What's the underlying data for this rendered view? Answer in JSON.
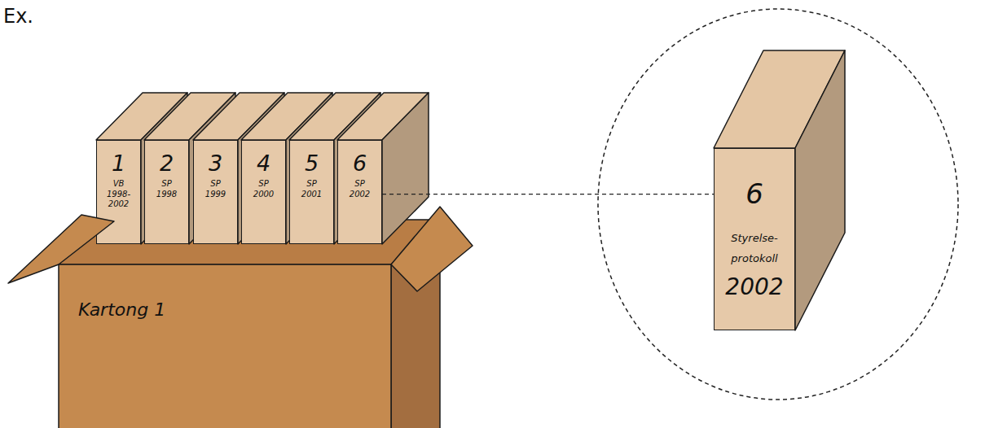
{
  "diagram": {
    "nodes": [
      {
        "text": [
          "Kartong 1"
        ]
      },
      {
        "text": [
          "1",
          "VB 1998- 2002"
        ],
        "in": 0
      },
      {
        "text": [
          "2",
          "SP 1998"
        ],
        "in": 0
      },
      {
        "text": [
          "3",
          "SP 1999"
        ],
        "in": 0
      },
      {
        "text": [
          "4",
          "SP 2000"
        ],
        "in": 0
      },
      {
        "text": [
          "5",
          "SP 2001"
        ],
        "in": 0
      },
      {
        "text": [
          "6",
          "SP 2002"
        ],
        "in": 0
      },
      {
        "text": [
          "6",
          "Styrelse- protokoll",
          "2002"
        ]
      }
    ],
    "edges": [
      {
        "from": 6,
        "to": 7,
        "arrow": "none"
      }
    ],
    "labels": [
      "Ex."
    ]
  }
}
